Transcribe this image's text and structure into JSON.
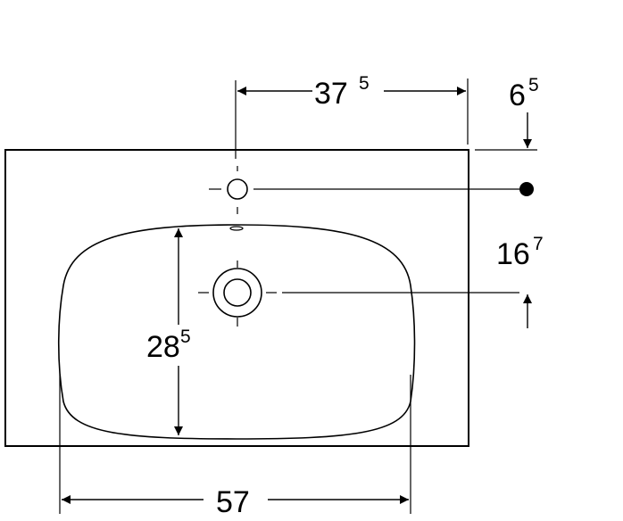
{
  "dimensions": {
    "tap_hole_offset": {
      "main": "37",
      "sup": "5"
    },
    "top_edge_offset": {
      "main": "6",
      "sup": "5"
    },
    "hole_spacing": {
      "main": "16",
      "sup": "7"
    },
    "bowl_depth": {
      "main": "28",
      "sup": "5"
    },
    "bowl_width": {
      "main": "57",
      "sup": ""
    }
  },
  "colors": {
    "line": "#000000",
    "background": "#ffffff"
  }
}
